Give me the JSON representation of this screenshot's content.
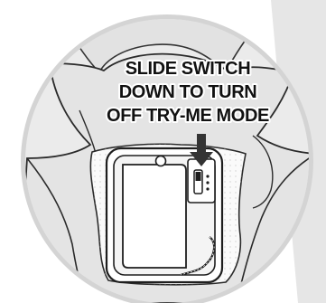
{
  "callout": {
    "line1": "SLIDE SWITCH",
    "line2": "DOWN TO TURN",
    "line3": "OFF TRY-ME MODE"
  },
  "colors": {
    "circle_fill": "#ebebeb",
    "outer_ring": "#c9c9c9",
    "corner_shade": "#dcdcdc",
    "torso_fill": "#e4e4e4",
    "line": "#222222",
    "device_fill": "#ffffff",
    "pad_fill": "#fafafa",
    "arrow": "#333333"
  },
  "icons": {
    "arrow": "down-arrow-icon",
    "switch": "slide-switch-icon"
  }
}
